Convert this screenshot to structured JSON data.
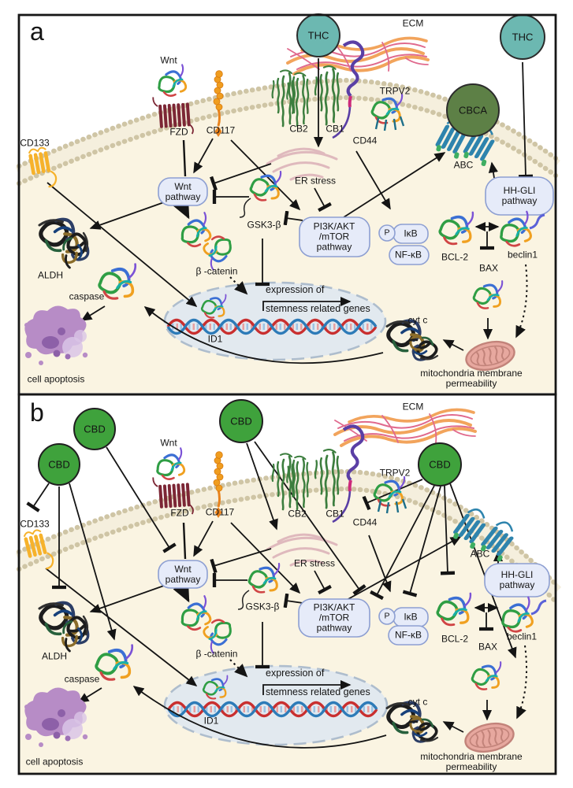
{
  "figure": {
    "panel_a": {
      "letter": "a",
      "ligands": {
        "thc": "THC",
        "cbca": "CBCA"
      },
      "extracellular": {
        "ecm": "ECM",
        "wnt_ligand": "Wnt"
      },
      "receptors": {
        "cd133": "CD133",
        "fzd": "FZD",
        "cd117": "CD117",
        "cb2": "CB2",
        "cb1": "CB1",
        "cd44": "CD44",
        "trpv2": "TRPV2",
        "abc": "ABC"
      },
      "signaling": {
        "wnt_line1": "Wnt",
        "wnt_line2": "pathway",
        "er_stress": "ER stress",
        "gsk3b": "GSK3-β",
        "pi3k_line1": "PI3K/AKT",
        "pi3k_line2": "/mTOR",
        "pi3k_line3": "pathway",
        "p": "P",
        "ikb": "IκB",
        "nfkb": "NF-κB",
        "hh_line1": "HH-GLI",
        "hh_line2": "pathway",
        "bcl2": "BCL-2",
        "bax": "BAX",
        "beclin1": "beclin1",
        "beta_catenin": "β -catenin"
      },
      "nucleus": {
        "expr_line1": "expression of",
        "expr_line2": "stemness related genes",
        "id1": "ID1"
      },
      "outputs": {
        "aldh": "ALDH",
        "caspase": "caspase",
        "cell_apoptosis": "cell apoptosis",
        "cytc": "cyt c",
        "mito_line1": "mitochondria membrane",
        "mito_line2": "permeability"
      }
    },
    "panel_b": {
      "letter": "b",
      "ligands": {
        "cbd": "CBD"
      },
      "extracellular": {
        "ecm": "ECM",
        "wnt_ligand": "Wnt"
      },
      "receptors": {
        "cd133": "CD133",
        "fzd": "FZD",
        "cd117": "CD117",
        "cb2": "CB2",
        "cb1": "CB1",
        "cd44": "CD44",
        "trpv2": "TRPV2",
        "abc": "ABC"
      },
      "signaling": {
        "wnt_line1": "Wnt",
        "wnt_line2": "pathway",
        "er_stress": "ER stress",
        "gsk3b": "GSK3-β",
        "pi3k_line1": "PI3K/AKT",
        "pi3k_line2": "/mTOR",
        "pi3k_line3": "pathway",
        "p": "P",
        "ikb": "IκB",
        "nfkb": "NF-κB",
        "hh_line1": "HH-GLI",
        "hh_line2": "pathway",
        "bcl2": "BCL-2",
        "bax": "BAX",
        "beclin1": "beclin1",
        "beta_catenin": "β -catenin"
      },
      "nucleus": {
        "expr_line1": "expression of",
        "expr_line2": "stemness related genes",
        "id1": "ID1"
      },
      "outputs": {
        "aldh": "ALDH",
        "caspase": "caspase",
        "cell_apoptosis": "cell apoptosis",
        "cytc": "cyt c",
        "mito_line1": "mitochondria membrane",
        "mito_line2": "permeability"
      }
    }
  },
  "colors": {
    "thc": "#6cb8b1",
    "cbd": "#3fa23c",
    "cbca": "#5d8046",
    "membrane_beads": "#cfc5a5",
    "cell_fill": "#faf4e2",
    "pathway_box_fill": "#e6ebf9",
    "pathway_box_border": "#8d9fd2",
    "nucleus_fill": "#e2e9ef",
    "dna_red": "#c92f2f",
    "dna_blue": "#2d7bb8",
    "mitochondria": "#e7a89f",
    "apoptosis_blob": "#b78cc6",
    "cd133": "#f6b22b",
    "fzd": "#7c2635",
    "cd117": "#ee8f1d",
    "cd44": "#5a3fa5",
    "abc": "#2e84ad",
    "arrow": "#141414"
  }
}
